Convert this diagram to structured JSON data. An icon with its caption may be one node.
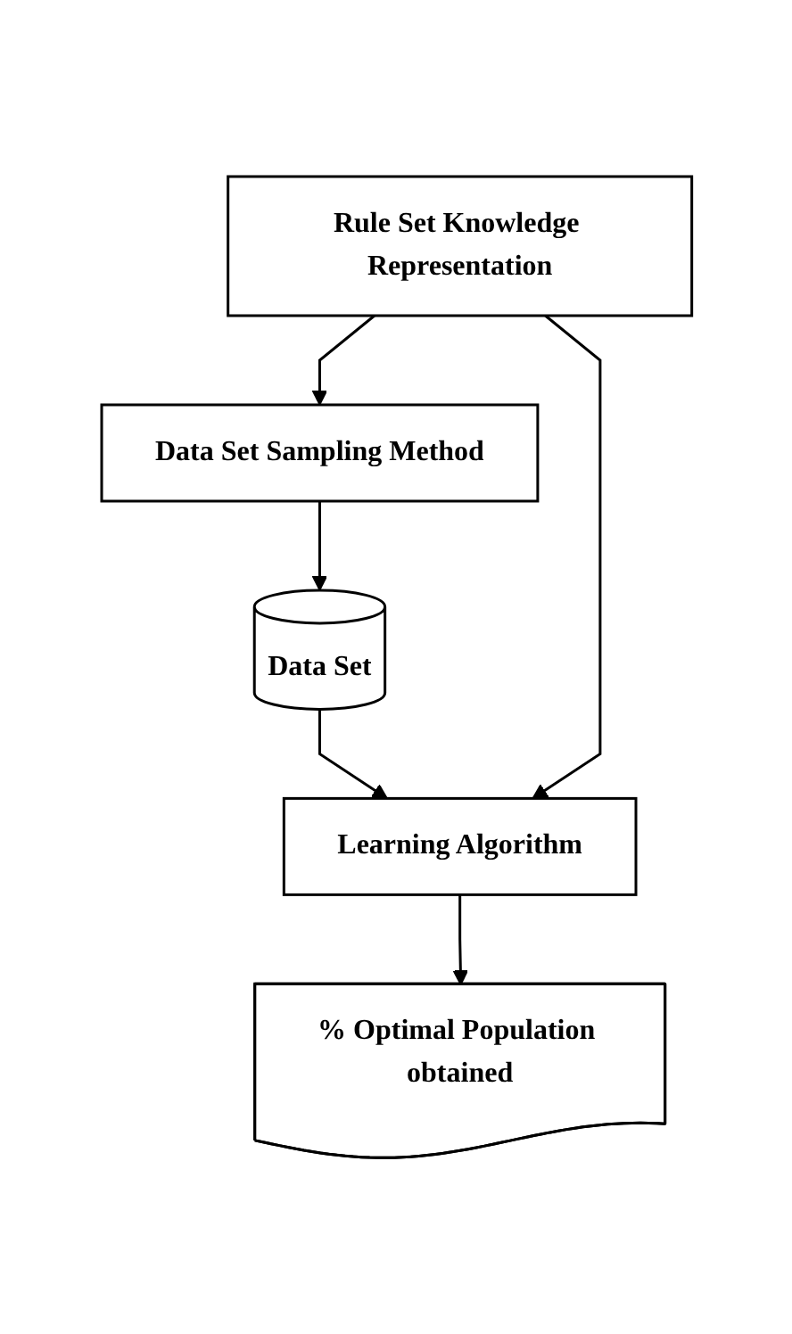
{
  "diagram": {
    "nodes": [
      {
        "text": [
          "Rule Set Knowledge Representation"
        ]
      },
      {
        "text": [
          "Data Set Sampling Method"
        ]
      },
      {
        "text": [
          "Data Set"
        ]
      },
      {
        "text": [
          "Learning Algorithm"
        ]
      },
      {
        "text": [
          "% Optimal Population obtained"
        ]
      }
    ],
    "edges": [
      {
        "from": 0,
        "to": 1,
        "arrow": "to"
      },
      {
        "from": 1,
        "to": 2,
        "arrow": "to"
      },
      {
        "from": 2,
        "to": 3,
        "arrow": "to"
      },
      {
        "from": 0,
        "to": 3,
        "arrow": "to"
      },
      {
        "from": 3,
        "to": 4,
        "arrow": "to"
      }
    ]
  }
}
